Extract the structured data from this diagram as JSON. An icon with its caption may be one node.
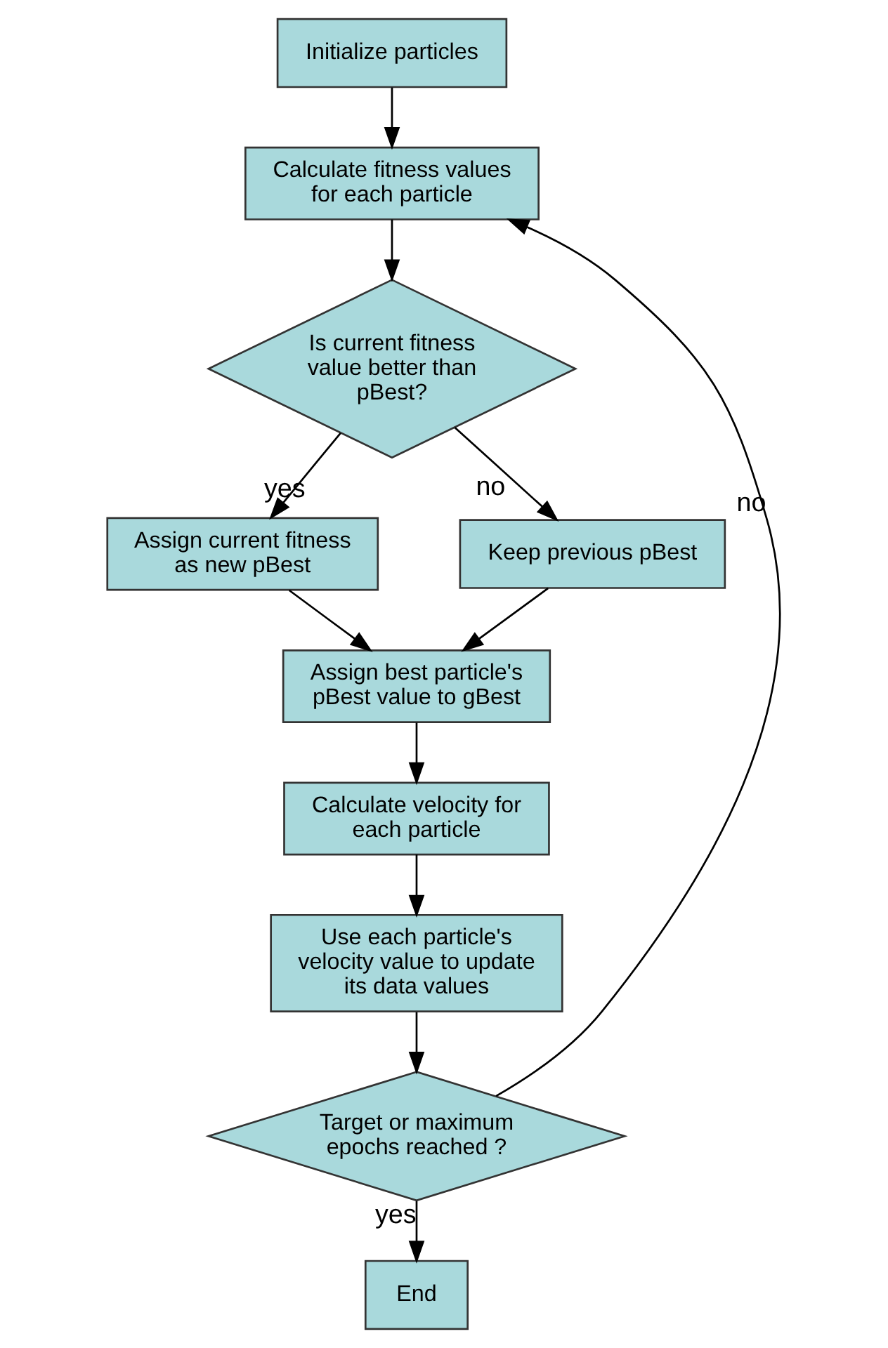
{
  "diagram": {
    "nodes": [
      {
        "text": [
          "Initialize particles"
        ]
      },
      {
        "text": [
          "Calculate fitness values for each particle"
        ]
      },
      {
        "text": [
          "Is current fitness value better than pBest?"
        ]
      },
      {
        "text": [
          "Assign current fitness as new pBest"
        ]
      },
      {
        "text": [
          "Keep previous pBest"
        ]
      },
      {
        "text": [
          "Assign best particle's pBest value to gBest"
        ]
      },
      {
        "text": [
          "Calculate velocity for each particle"
        ]
      },
      {
        "text": [
          "Use each particle's velocity value to update its data values"
        ]
      },
      {
        "text": [
          "Target or maximum epochs reached ?"
        ]
      },
      {
        "text": [
          "End"
        ]
      }
    ],
    "edges": [
      {
        "from": 0,
        "to": 1,
        "arrow": "to"
      },
      {
        "from": 1,
        "to": 2,
        "arrow": "to"
      },
      {
        "from": 2,
        "to": 3,
        "arrow": "to",
        "label": "yes"
      },
      {
        "from": 2,
        "to": 4,
        "arrow": "to",
        "label": "no"
      },
      {
        "from": 3,
        "to": 5,
        "arrow": "to"
      },
      {
        "from": 4,
        "to": 5,
        "arrow": "to"
      },
      {
        "from": 5,
        "to": 6,
        "arrow": "to"
      },
      {
        "from": 6,
        "to": 7,
        "arrow": "to"
      },
      {
        "from": 7,
        "to": 8,
        "arrow": "to"
      },
      {
        "from": 8,
        "to": 1,
        "arrow": "to",
        "label": "no"
      },
      {
        "from": 8,
        "to": 9,
        "arrow": "to",
        "label": "yes"
      }
    ]
  }
}
